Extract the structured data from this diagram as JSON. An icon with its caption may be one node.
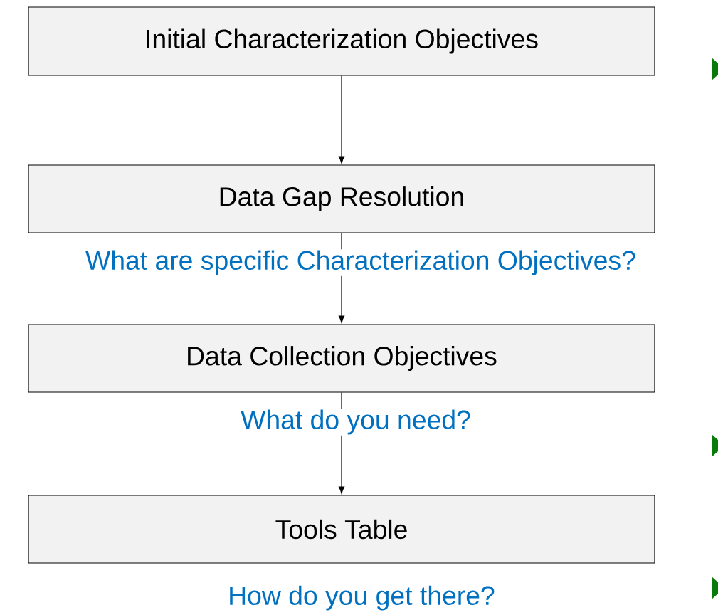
{
  "diagram": {
    "nodes": [
      {
        "text": [
          "Initial Characterization Objectives"
        ]
      },
      {
        "text": [
          "Data Gap Resolution"
        ]
      },
      {
        "text": [
          "Data Collection Objectives"
        ]
      },
      {
        "text": [
          "Tools Table"
        ]
      }
    ],
    "edges": [
      {
        "from": 0,
        "to": 1,
        "arrow": "to"
      },
      {
        "from": 1,
        "to": 2,
        "arrow": "to",
        "label": "What are specific Characterization Objectives?"
      },
      {
        "from": 2,
        "to": 3,
        "arrow": "to",
        "label": "What do you need?"
      }
    ],
    "labels": [
      "How do you get there?"
    ]
  }
}
